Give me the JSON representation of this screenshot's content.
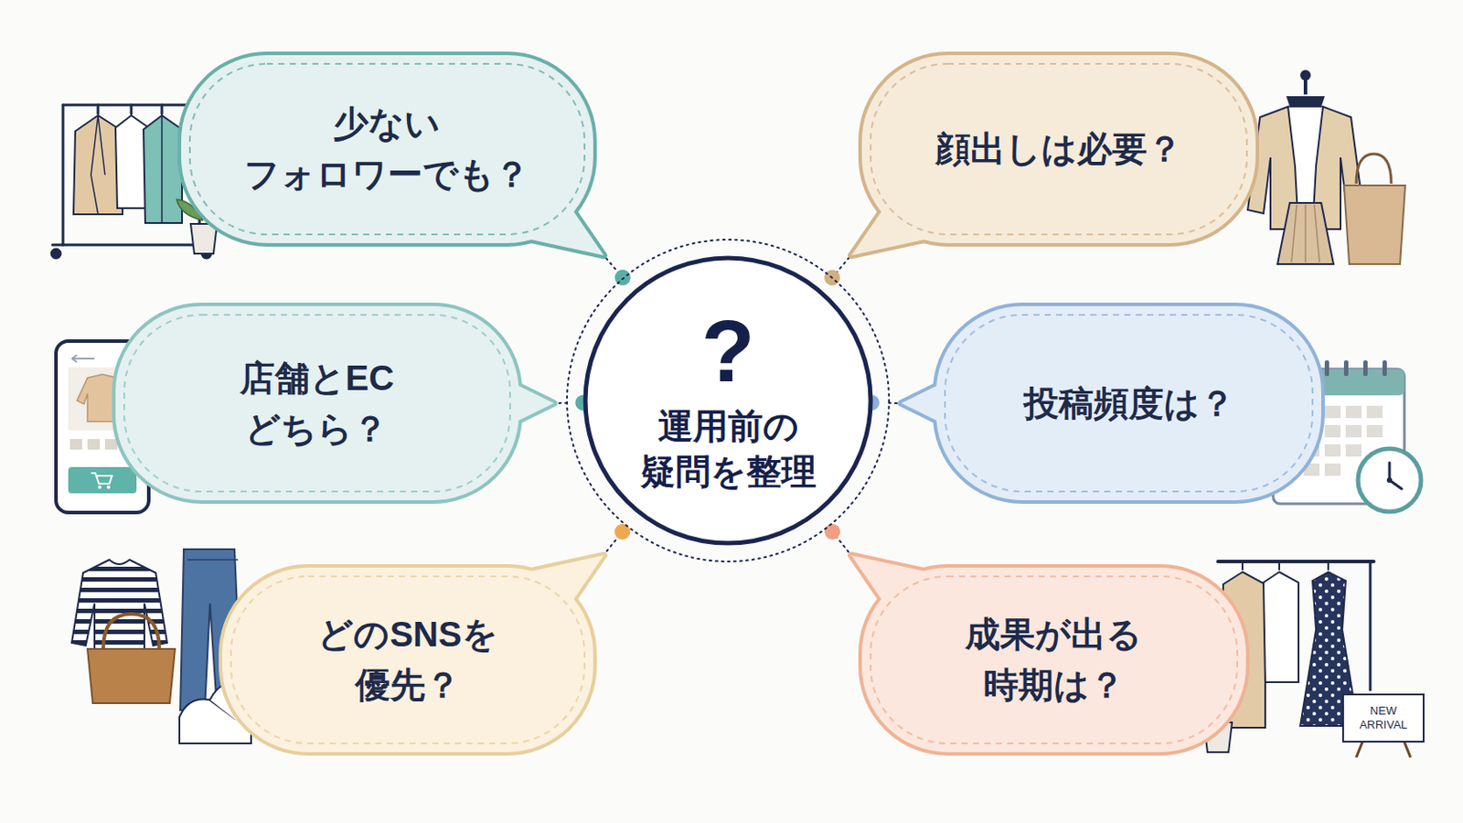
{
  "diagram": {
    "nodes": [
      {
        "text": [
          "?",
          "運用前の 疑問を整理"
        ]
      },
      {
        "text": [
          "少ない フォロワーでも？"
        ]
      },
      {
        "text": [
          "顔出しは必要？"
        ]
      },
      {
        "text": [
          "店舗とEC どちら？"
        ]
      },
      {
        "text": [
          "投稿頻度は？"
        ]
      },
      {
        "text": [
          "どのSNSを 優先？"
        ]
      },
      {
        "text": [
          "成果が出る 時期は？"
        ]
      }
    ],
    "edges": [
      {
        "from": 0,
        "to": 1,
        "arrow": "none"
      },
      {
        "from": 0,
        "to": 2,
        "arrow": "none"
      },
      {
        "from": 0,
        "to": 3,
        "arrow": "none"
      },
      {
        "from": 0,
        "to": 4,
        "arrow": "none"
      },
      {
        "from": 0,
        "to": 5,
        "arrow": "none"
      },
      {
        "from": 0,
        "to": 6,
        "arrow": "none"
      }
    ],
    "labels": [
      "NEW ARRIVAL"
    ]
  }
}
